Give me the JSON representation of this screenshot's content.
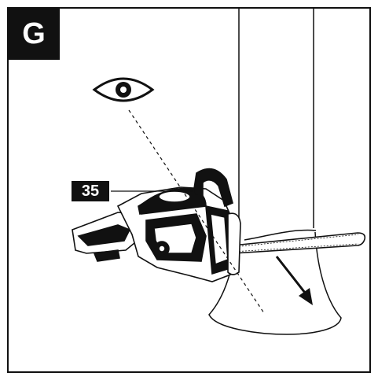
{
  "figure": {
    "panel_label": "G",
    "callout_number": "35"
  },
  "colors": {
    "line": "#111111",
    "background": "#ffffff"
  },
  "icons": [
    "eye-icon",
    "direction-arrow-icon",
    "chainsaw-illustration",
    "tree-trunk-illustration"
  ]
}
